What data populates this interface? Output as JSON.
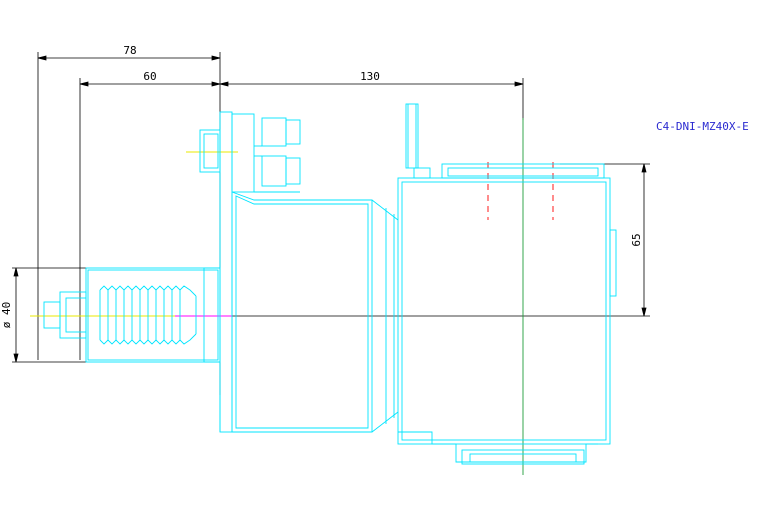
{
  "drawing": {
    "part_number": "C4-DNI-MZ40X-E",
    "dimensions": {
      "overall_length": "78",
      "shank_length": "60",
      "body_length": "130",
      "center_height": "65",
      "shank_diameter": "ø 40"
    }
  },
  "colors": {
    "outline": "#00e5ff",
    "dimension_lines": "#000000",
    "centerline_green": "#1f9d3a",
    "centerline_yellow": "#e8e800",
    "hidden_red": "#ff0000",
    "magenta": "#ff00ff",
    "part_label": "#2a2ad0"
  }
}
